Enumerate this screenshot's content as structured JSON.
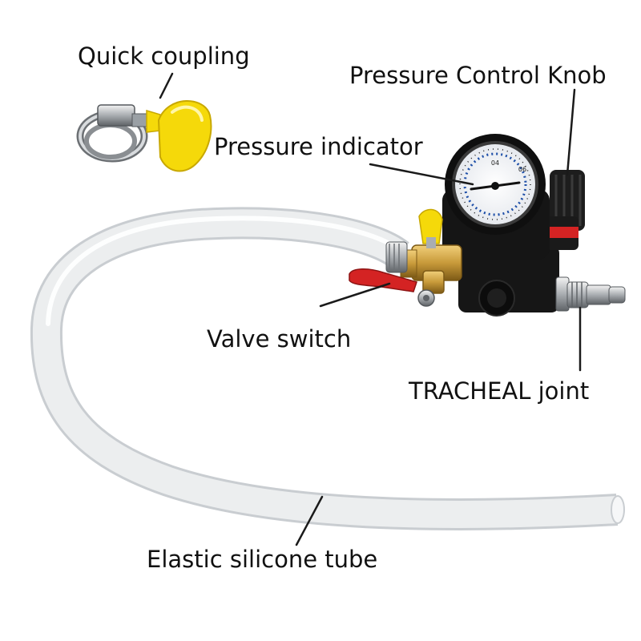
{
  "labels": {
    "quick_coupling": "Quick coupling",
    "pressure_control_knob": "Pressure Control Knob",
    "pressure_indicator": "Pressure indicator",
    "valve_switch": "Valve switch",
    "tracheal_joint": "TRACHEAL joint",
    "elastic_silicone_tube": "Elastic silicone tube"
  },
  "gauge": {
    "center_tick": "04",
    "side_tick": "06"
  },
  "colors": {
    "background": "#ffffff",
    "text": "#111111",
    "leader_line": "#1a1a1a",
    "tube": "#eceeef",
    "tube_edge": "#c9cdd1",
    "key_yellow": "#f5d90a",
    "gauge_dial_blue": "#1e4fa8",
    "valve_red": "#d42323",
    "brass": "#c89a3a",
    "body_black": "#161616"
  }
}
